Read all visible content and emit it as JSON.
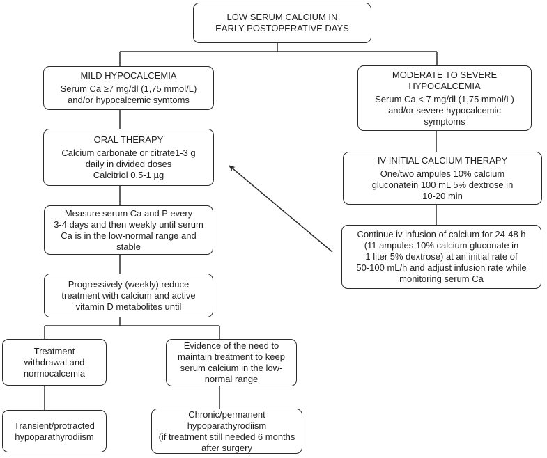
{
  "diagram": {
    "title": "Low serum calcium management flowchart",
    "background_color": "#ffffff",
    "line_color": "#2b2b2b",
    "boxes": {
      "root": {
        "body": "LOW SERUM CALCIUM IN\nEARLY POSTOPERATIVE DAYS"
      },
      "mild": {
        "title": "MILD HYPOCALCEMIA",
        "body": "Serum Ca ≥7 mg/dl (1,75 mmol/L)\nand/or hypocalcemic symtoms"
      },
      "oral": {
        "title": "ORAL THERAPY",
        "body": "Calcium carbonate or citrate1-3 g\ndaily in divided doses\nCalcitriol 0.5-1 µg"
      },
      "measure": {
        "body": "Measure serum Ca and P every\n3-4 days and then weekly until serum\nCa is in the low-normal range and\nstable"
      },
      "reduce": {
        "body": "Progressively (weekly) reduce\ntreatment with calcium and active\nvitamin D metabolites until"
      },
      "withdrawal": {
        "body": "Treatment\nwithdrawal and\nnormocalcemia"
      },
      "evidence": {
        "body": "Evidence of the need to\nmaintain treatment to keep\nserum calcium in the low-\nnormal range"
      },
      "transient": {
        "body": "Transient/protracted\nhypoparathyrodiism"
      },
      "chronic": {
        "body": "Chronic/permanent\nhypoparathyrodiism\n(if treatment still needed 6 months\nafter surgery"
      },
      "moderate": {
        "title": "MODERATE TO SEVERE\nHYPOCALCEMIA",
        "body": "Serum Ca < 7 mg/dl (1,75 mmol/L)\nand/or severe hypocalcemic\nsymptoms"
      },
      "iv": {
        "title": "IV INITIAL CALCIUM THERAPY",
        "body": "One/two ampules 10% calcium\ngluconatein 100 mL 5% dextrose in\n10-20 min"
      },
      "infusion": {
        "body": "Continue iv infusion of calcium for 24-48 h\n(11 ampules 10% calcium gluconate in\n1 liter 5% dextrose) at an initial rate of\n50-100 mL/h and adjust infusion rate while\nmonitoring serum Ca"
      }
    }
  }
}
